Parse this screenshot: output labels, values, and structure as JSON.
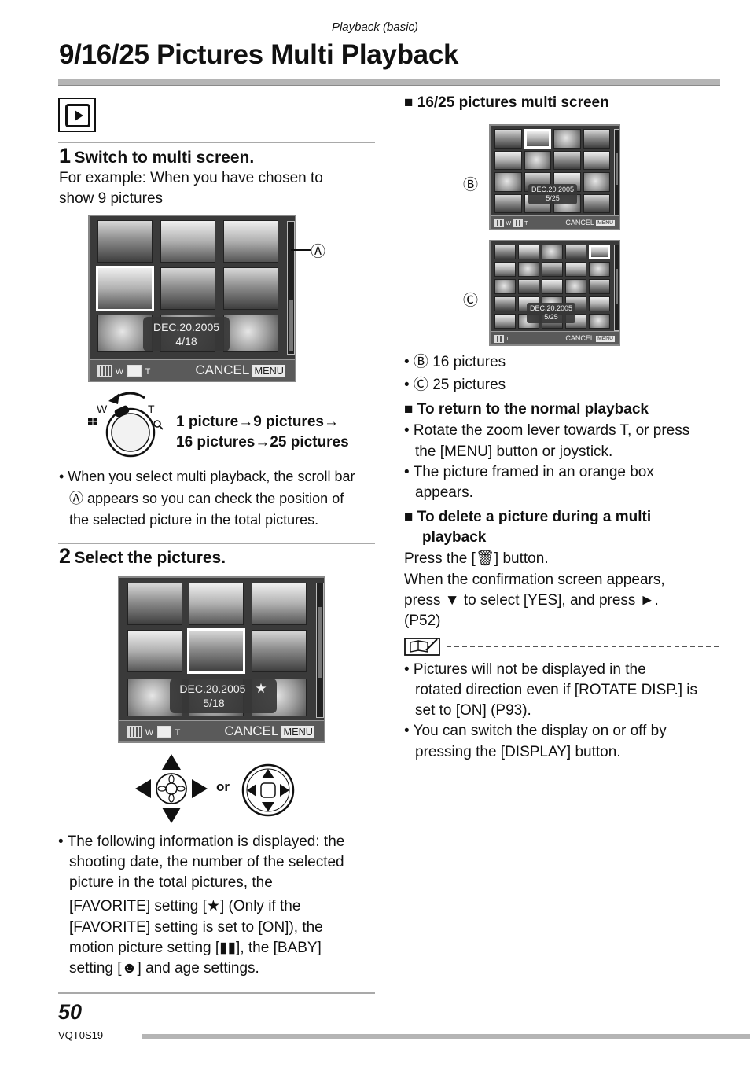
{
  "header": {
    "section_label": "Playback (basic)",
    "title": "9/16/25 Pictures Multi Playback"
  },
  "step1": {
    "number": "1",
    "title": "Switch to multi screen.",
    "intro_line1": "For example: When you have chosen to",
    "intro_line2": "show 9 pictures",
    "screen": {
      "date": "DEC.20.2005",
      "counter": "4/18",
      "w": "W",
      "t": "T",
      "cancel": "CANCEL",
      "menu": "MENU"
    },
    "callout_label": "Ⓐ",
    "zoom": {
      "w": "W",
      "t": "T",
      "line1": "1 picture→9 pictures→",
      "line2": "16 pictures→25 pictures"
    },
    "note_line1": "• When you select multi playback, the scroll bar",
    "note_line2": "Ⓐ appears so you can check the position of",
    "note_line3": "the selected picture in the total pictures."
  },
  "step2": {
    "number": "2",
    "title": "Select the pictures.",
    "screen": {
      "date": "DEC.20.2005",
      "counter": "5/18",
      "star": "★",
      "w": "W",
      "t": "T",
      "cancel": "CANCEL",
      "menu": "MENU"
    },
    "or_label": "or",
    "info_lines": [
      "• The following information is displayed: the",
      "shooting date, the number of the selected",
      "picture in the total pictures, the",
      "[FAVORITE] setting [★] (Only if the",
      "[FAVORITE] setting is set to [ON]), the",
      "motion picture setting [▮▮], the [BABY]",
      "setting [☻] and age settings."
    ]
  },
  "right": {
    "heading_multi": "■ 16/25 pictures multi screen",
    "screen16": {
      "label": "Ⓑ",
      "date": "DEC.20.2005",
      "counter": "5/25",
      "w": "W",
      "t": "T",
      "cancel": "CANCEL",
      "menu": "MENU"
    },
    "screen25": {
      "label": "Ⓒ",
      "date": "DEC.20.2005",
      "counter": "5/25",
      "t": "T",
      "cancel": "CANCEL",
      "menu": "MENU"
    },
    "bullet_b": "• Ⓑ 16 pictures",
    "bullet_c": "• Ⓒ 25 pictures",
    "heading_return": "■ To return to the normal playback",
    "return_lines": [
      "• Rotate the zoom lever towards T, or press",
      "the [MENU] button or joystick.",
      "• The picture framed in an orange box",
      "appears."
    ],
    "heading_delete_1": "■ To delete a picture during a multi",
    "heading_delete_2": "playback",
    "delete_lines": [
      "Press the [🗑] button.",
      "When the confirmation screen appears,",
      "press ▼ to select [YES], and press ►.",
      "(P52)"
    ],
    "note_lines": [
      "• Pictures will not be displayed in the",
      "rotated direction even if [ROTATE DISP.] is",
      "set to [ON] (P93).",
      "• You can switch the display on or off by",
      "pressing the [DISPLAY] button."
    ]
  },
  "footer": {
    "page_number": "50",
    "doc_code": "VQT0S19"
  }
}
